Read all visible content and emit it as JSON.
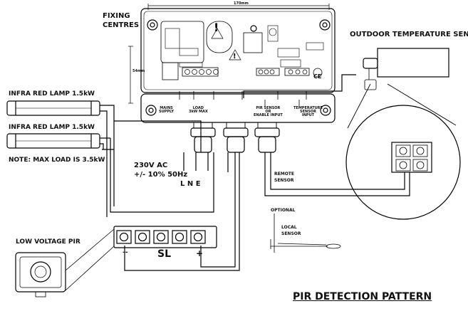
{
  "labels": {
    "fixing_centres": "FIXING\nCENTRES",
    "outdoor_sensor": "OUTDOOR TEMPERATURE SENSOR",
    "ir_lamp_1": "INFRA RED LAMP 1.5kW",
    "ir_lamp_2": "INFRA RED LAMP 1.5kW",
    "note": "NOTE: MAX LOAD IS 3.5kW",
    "supply": "230V AC\n+/- 10% 50Hz",
    "lne": "L  N  E",
    "low_voltage_pir": "LOW VOLTAGE PIR",
    "remote_sensor": "REMOTE\nSENSOR",
    "optional": "OPTIONAL",
    "local_sensor": "LOCAL\nSENSOR",
    "pir_pattern": "PIR DETECTION PATTERN",
    "term_minus": "--",
    "term_sl": "SL",
    "term_plus": "+",
    "dim_width": "170mm",
    "dim_height": "54mm",
    "mains_supply": "MAINS\nSUPPLY",
    "load_max": "LOAD\n3kW MAX",
    "pir_sensor_input": "PIR SENSOR\nOR\nENABLE INPUT",
    "temp_sensor_input": "TEMPERATURE\nSENSOR\nINPUT"
  },
  "colors": {
    "line": "#000000",
    "box": "#ffffff",
    "background": "#ffffff"
  }
}
